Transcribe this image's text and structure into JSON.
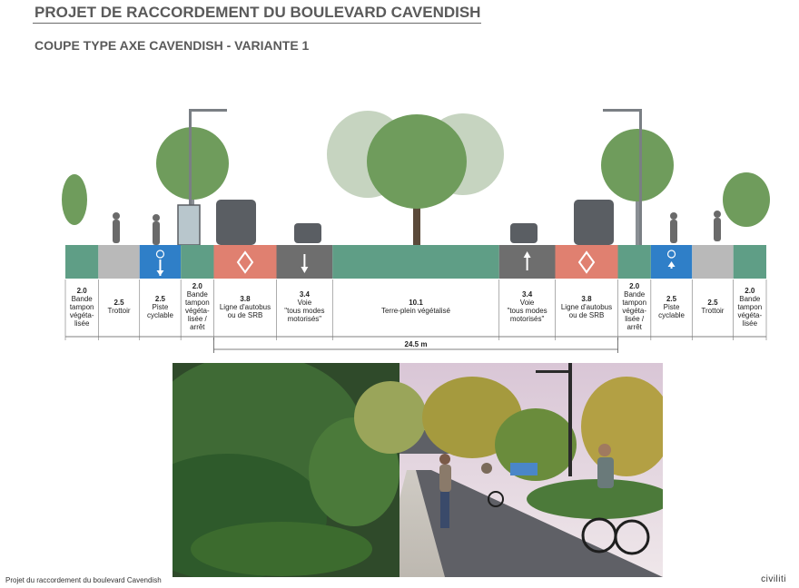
{
  "header": {
    "title": "PROJET DE RACCORDEMENT DU BOULEVARD CAVENDISH",
    "subtitle": "COUPE TYPE AXE CAVENDISH - VARIANTE 1"
  },
  "section": {
    "lanes": [
      {
        "id": "tampon-w",
        "width": "2.0",
        "lines": [
          "Bande",
          "tampon",
          "végéta-",
          "lisée"
        ],
        "color": "#5f9e86",
        "span": 2.0
      },
      {
        "id": "trottoir-w",
        "width": "2.5",
        "lines": [
          "Trottoir"
        ],
        "color": "#b9b9b9",
        "span": 2.5
      },
      {
        "id": "piste-w",
        "width": "2.5",
        "lines": [
          "Piste",
          "cyclable"
        ],
        "color": "#2f7fc8",
        "span": 2.5
      },
      {
        "id": "tampon-arret-w",
        "width": "2.0",
        "lines": [
          "Bande",
          "tampon",
          "végéta-",
          "lisée /",
          "arrêt"
        ],
        "color": "#5f9e86",
        "span": 2.0
      },
      {
        "id": "bus-w",
        "width": "3.8",
        "lines": [
          "Ligne d'autobus",
          "ou de SRB"
        ],
        "color": "#e08070",
        "span": 3.8
      },
      {
        "id": "voie-w",
        "width": "3.4",
        "lines": [
          "Voie",
          "\"tous modes",
          "motorisés\""
        ],
        "color": "#6e6e6e",
        "span": 3.4
      },
      {
        "id": "terre-plein",
        "width": "10.1",
        "lines": [
          "Terre-plein végétalisé"
        ],
        "color": "#5f9e86",
        "span": 10.1
      },
      {
        "id": "voie-e",
        "width": "3.4",
        "lines": [
          "Voie",
          "\"tous modes",
          "motorisés\""
        ],
        "color": "#6e6e6e",
        "span": 3.4
      },
      {
        "id": "bus-e",
        "width": "3.8",
        "lines": [
          "Ligne d'autobus",
          "ou de SRB"
        ],
        "color": "#e08070",
        "span": 3.8
      },
      {
        "id": "tampon-arret-e",
        "width": "2.0",
        "lines": [
          "Bande",
          "tampon",
          "végéta-",
          "lisée /",
          "arrêt"
        ],
        "color": "#5f9e86",
        "span": 2.0
      },
      {
        "id": "piste-e",
        "width": "2.5",
        "lines": [
          "Piste",
          "cyclable"
        ],
        "color": "#2f7fc8",
        "span": 2.5
      },
      {
        "id": "trottoir-e",
        "width": "2.5",
        "lines": [
          "Trottoir"
        ],
        "color": "#b9b9b9",
        "span": 2.5
      },
      {
        "id": "tampon-e",
        "width": "2.0",
        "lines": [
          "Bande",
          "tampon",
          "végéta-",
          "lisée"
        ],
        "color": "#5f9e86",
        "span": 2.0
      }
    ],
    "total_width_label": "24.5 m"
  },
  "footer": {
    "left": "Projet du raccordement du boulevard Cavendish",
    "right": "civiliti"
  },
  "colors": {
    "tree": "#6f9c5c",
    "tree_pale": "#c6d4c0",
    "rule": "#6a6a6a"
  }
}
